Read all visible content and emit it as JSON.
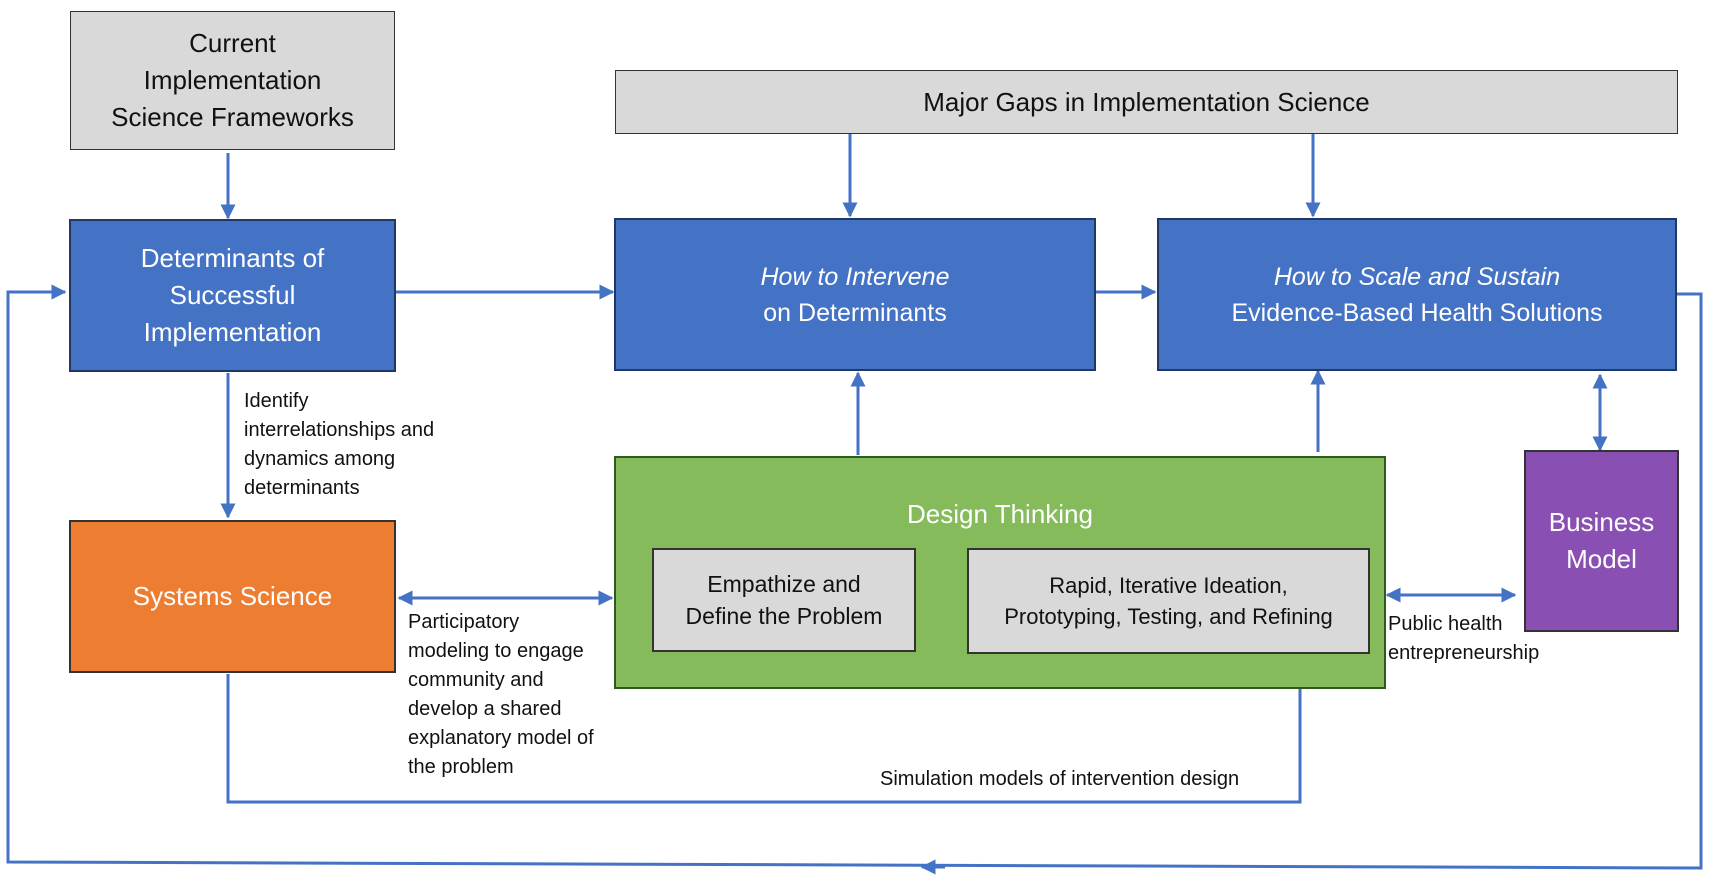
{
  "colors": {
    "arrow": "#4472c4",
    "gray_box": "#d9d9d9",
    "blue_box": "#4472c4",
    "orange_box": "#ed7d31",
    "green_box": "#86bb5c",
    "purple_box": "#8a4fb3"
  },
  "nodes": {
    "frameworks": {
      "lines": [
        "Current",
        "Implementation",
        "Science Frameworks"
      ]
    },
    "gaps": {
      "text": "Major Gaps in Implementation Science"
    },
    "determinants": {
      "lines": [
        "Determinants of",
        "Successful",
        "Implementation"
      ]
    },
    "intervene": {
      "line1": "How to Intervene",
      "line2": "on Determinants"
    },
    "scale": {
      "line1": "How to Scale and Sustain",
      "line2": "Evidence-Based Health Solutions"
    },
    "systems": {
      "text": "Systems Science"
    },
    "design": {
      "title": "Design Thinking"
    },
    "empathize": {
      "lines": [
        "Empathize and",
        "Define the Problem"
      ]
    },
    "rapid": {
      "lines": [
        "Rapid, Iterative Ideation,",
        "Prototyping, Testing, and Refining"
      ]
    },
    "business": {
      "lines": [
        "Business",
        "Model"
      ]
    }
  },
  "labels": {
    "identify": [
      "Identify",
      "interrelationships and",
      "dynamics among",
      "determinants"
    ],
    "participatory": [
      "Participatory",
      "modeling to engage",
      "community and",
      "develop a shared",
      "explanatory model of",
      "the problem"
    ],
    "simulation": "Simulation models of intervention design",
    "public_health": [
      "Public health",
      "entrepreneurship"
    ]
  }
}
